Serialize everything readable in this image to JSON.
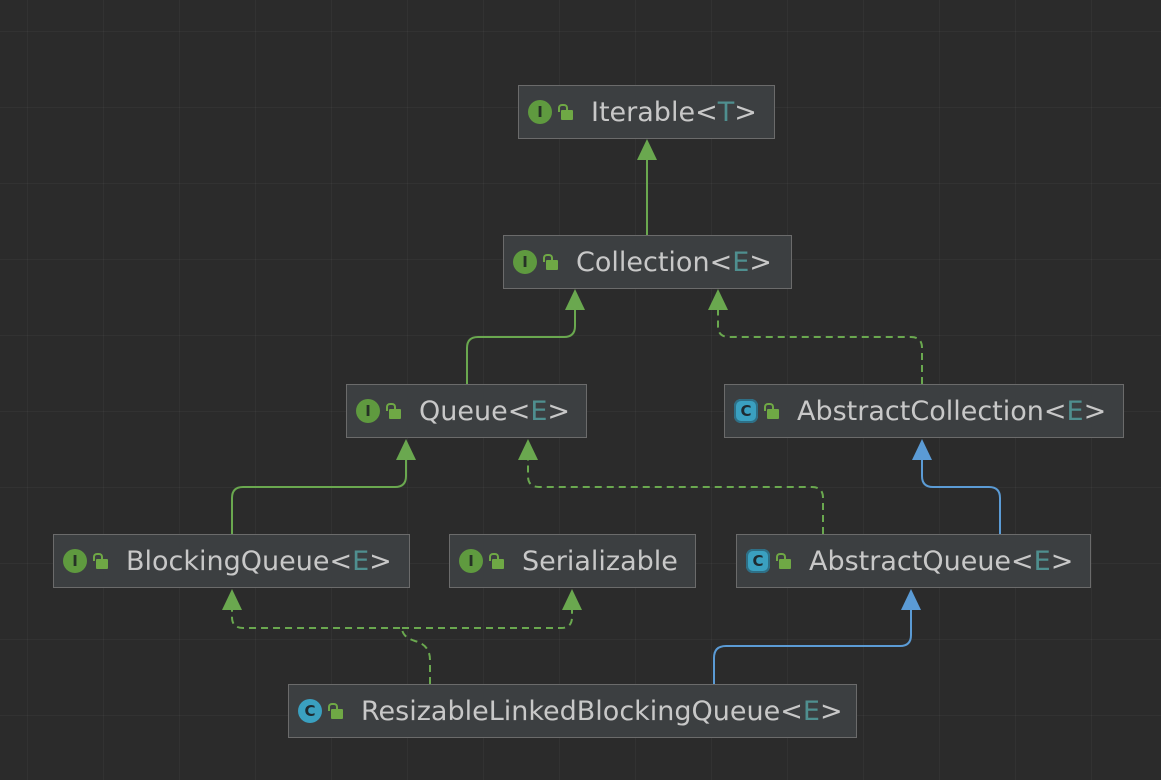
{
  "diagram": {
    "nodes": [
      {
        "id": "iterable",
        "kind": "interface",
        "kind_glyph": "I",
        "name": "Iterable",
        "open": "<",
        "param": "T",
        "close": ">"
      },
      {
        "id": "collection",
        "kind": "interface",
        "kind_glyph": "I",
        "name": "Collection",
        "open": "<",
        "param": "E",
        "close": ">"
      },
      {
        "id": "queue",
        "kind": "interface",
        "kind_glyph": "I",
        "name": "Queue",
        "open": "<",
        "param": "E",
        "close": ">"
      },
      {
        "id": "abstract_collection",
        "kind": "abstract-class",
        "kind_glyph": "C",
        "name": "AbstractCollection",
        "open": "<",
        "param": "E",
        "close": ">"
      },
      {
        "id": "blocking_queue",
        "kind": "interface",
        "kind_glyph": "I",
        "name": "BlockingQueue",
        "open": "<",
        "param": "E",
        "close": ">"
      },
      {
        "id": "serializable",
        "kind": "interface",
        "kind_glyph": "I",
        "name": "Serializable",
        "open": "",
        "param": "",
        "close": ""
      },
      {
        "id": "abstract_queue",
        "kind": "abstract-class",
        "kind_glyph": "C",
        "name": "AbstractQueue",
        "open": "<",
        "param": "E",
        "close": ">"
      },
      {
        "id": "resizable",
        "kind": "class",
        "kind_glyph": "C",
        "name": "ResizableLinkedBlockingQueue",
        "open": "<",
        "param": "E",
        "close": ">"
      }
    ],
    "edges": [
      {
        "from": "collection",
        "to": "iterable",
        "relation": "extends-interface"
      },
      {
        "from": "queue",
        "to": "collection",
        "relation": "extends-interface"
      },
      {
        "from": "abstract_collection",
        "to": "collection",
        "relation": "implements"
      },
      {
        "from": "blocking_queue",
        "to": "queue",
        "relation": "extends-interface"
      },
      {
        "from": "abstract_queue",
        "to": "queue",
        "relation": "implements"
      },
      {
        "from": "abstract_queue",
        "to": "abstract_collection",
        "relation": "extends-class"
      },
      {
        "from": "resizable",
        "to": "blocking_queue",
        "relation": "implements"
      },
      {
        "from": "resizable",
        "to": "serializable",
        "relation": "implements"
      },
      {
        "from": "resizable",
        "to": "abstract_queue",
        "relation": "extends-class"
      }
    ],
    "colors": {
      "background": "#2b2b2b",
      "node_fill": "#3c3f41",
      "node_border": "#6b6b6b",
      "text": "#c8c8c8",
      "type_param": "#4f8f8f",
      "interface_edge": "#6aa84f",
      "class_edge": "#5b9bd5",
      "interface_icon": "#5f9a3f",
      "class_icon": "#3aa0c0"
    }
  }
}
